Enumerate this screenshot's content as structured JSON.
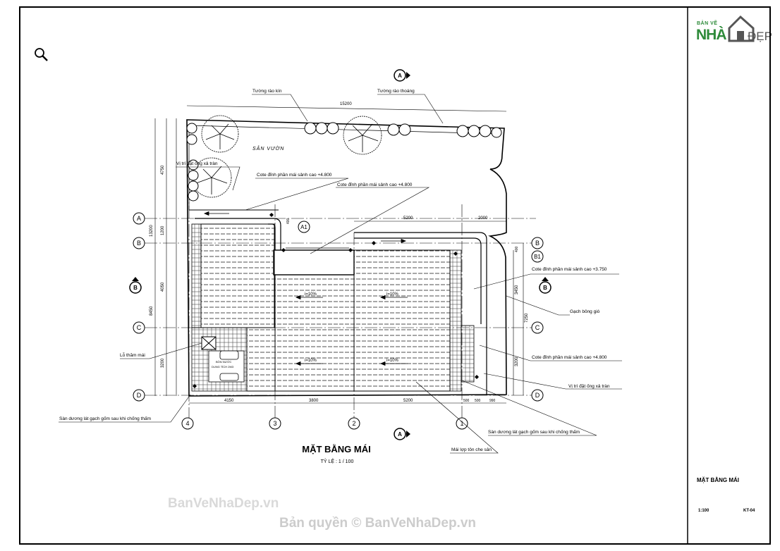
{
  "title": "MẶT BẰNG MÁI",
  "scale": "TỶ LỆ : 1 / 100",
  "logo": {
    "top": "BẢN VẼ",
    "main": "NHÀ",
    "suffix": "ĐẸP"
  },
  "garden_label": "SÂN VƯỜN",
  "labels": {
    "tuong_rao_kin": "Tường rào kín",
    "tuong_rao_thoang": "Tường rào thoáng",
    "vi_tri_ong_1": "Vị trí đặt ống xả tràn",
    "cote_1": "Cote đỉnh phần mái sảnh cao +4.800",
    "cote_2": "Cote đỉnh phần mái sảnh cao +4.800",
    "cote_3": "Cote đỉnh phần mái sảnh cao +3.750",
    "gach_bong_gio": "Gạch bông gió",
    "lo_tham_mai": "Lỗ thăm mái",
    "cote_4": "Cote đỉnh phần mái sảnh cao +4.800",
    "vi_tri_ong_2": "Vị trí đặt ống xả tràn",
    "san_duong_1": "Sàn dương lát gạch gốm sau khi chống thấm",
    "san_duong_2": "Sàn dương lát gạch gốm sau khi chống thấm",
    "mai_lop_ton": "Mái lợp tôn che sân",
    "tank_1": "BỒN NƯỚC",
    "tank_2": "DUNG TÍCH 2M3"
  },
  "slopes": [
    "i=10%",
    "i=10%",
    "i=10%",
    "i=10%"
  ],
  "dimensions": {
    "top_total": "15200",
    "top_5200": "5200",
    "top_2000": "2000",
    "small_400": "400",
    "left_4750": "4750",
    "left_1200": "1200",
    "left_4050": "4050",
    "left_3200": "3200",
    "left_total": "13200",
    "left_8450": "8450",
    "right_400": "400",
    "right_3450": "3450",
    "right_7250": "7250",
    "right_3200": "3200",
    "bottom_4150": "4150",
    "bottom_3800": "3800",
    "bottom_5200": "5200",
    "bottom_500a": "500",
    "bottom_500b": "500",
    "bottom_990": "990"
  },
  "axes": {
    "row_a": "A",
    "row_b": "B",
    "row_c": "C",
    "row_d": "D",
    "row_b1": "B1",
    "row_a1": "A1",
    "col_4": "4",
    "col_3": "3",
    "col_2": "2",
    "col_1": "1"
  },
  "section_marks": {
    "a_top": "A",
    "a_bottom": "A",
    "b_left": "B",
    "b_right": "B"
  },
  "title_block": {
    "name": "MẶT BẰNG MÁI",
    "scale": "1:100",
    "sheet": "KT-04"
  },
  "watermark": {
    "line1": "BanVeNhaDep.vn",
    "line2": "Bản quyền © BanVeNhaDep.vn"
  }
}
